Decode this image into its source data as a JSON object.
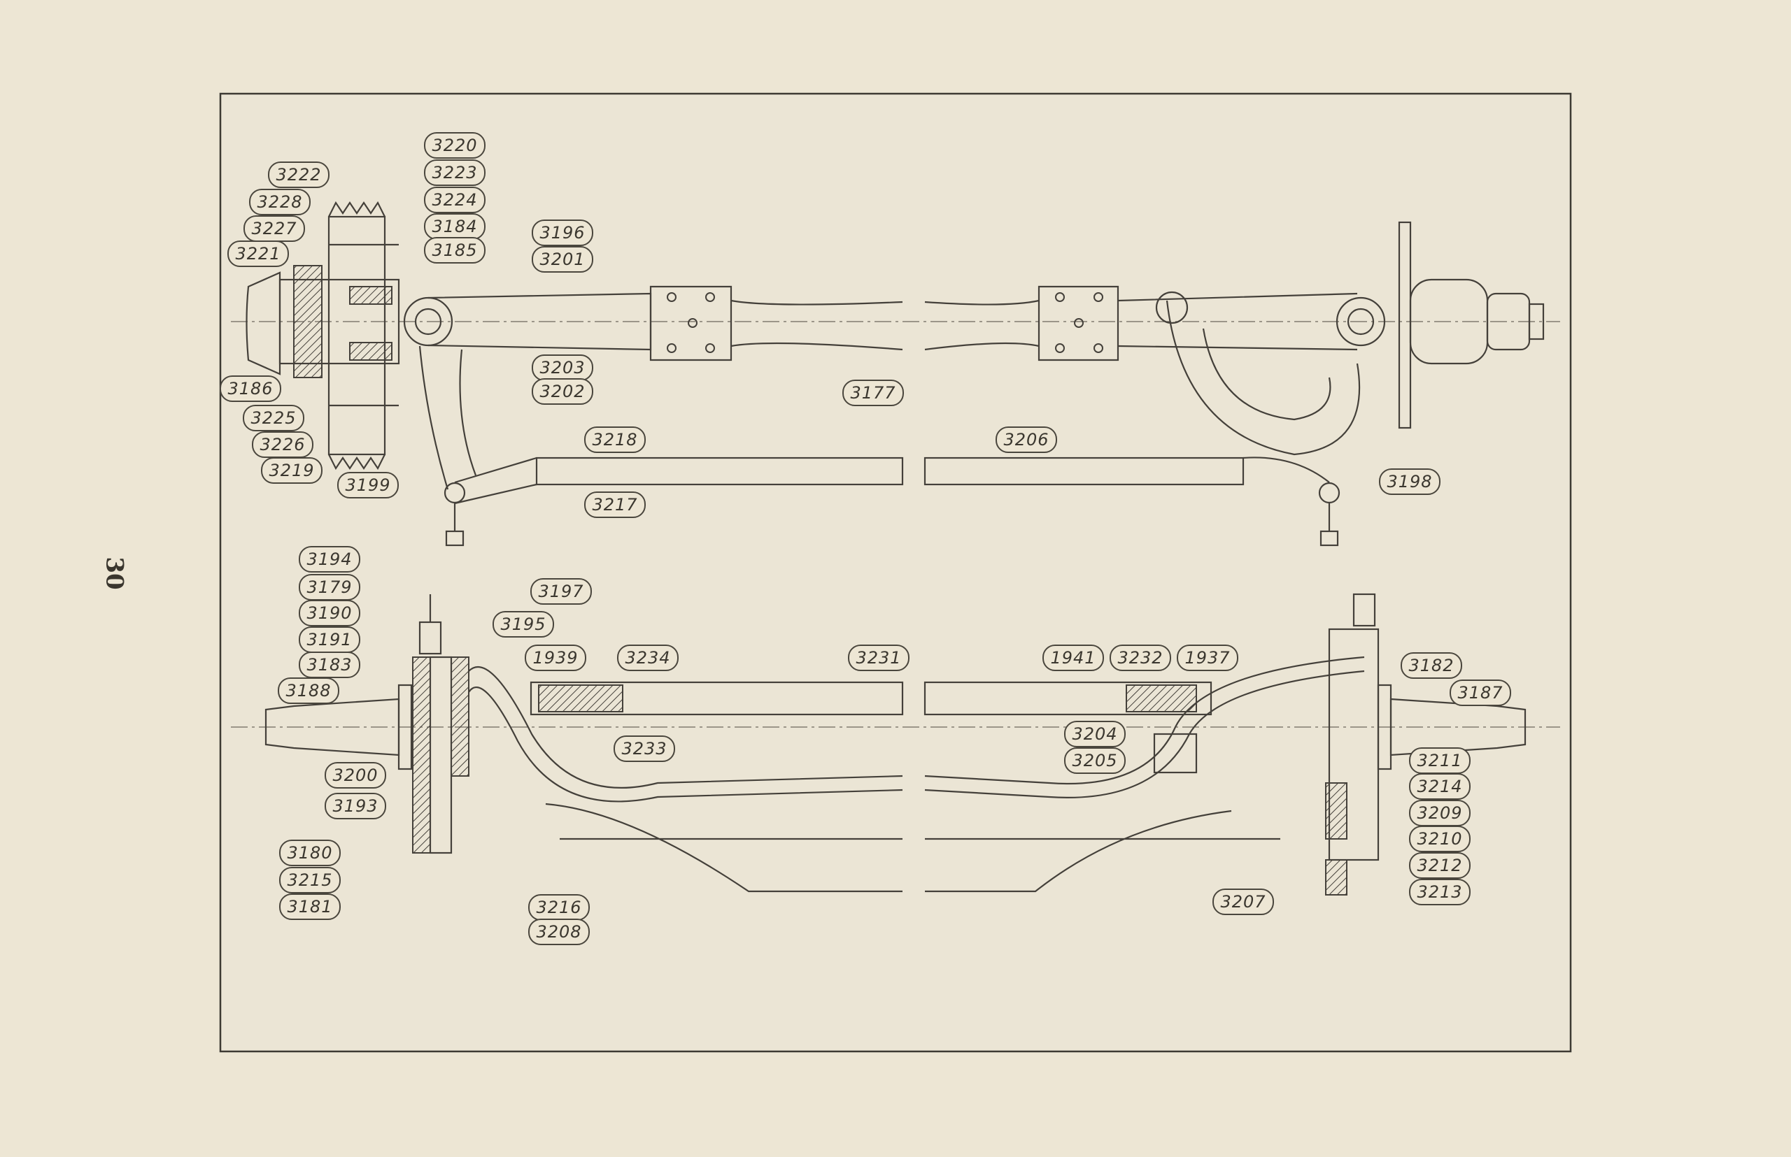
{
  "page_number": "30",
  "top_view_labels": [
    "3220",
    "3223",
    "3224",
    "3184",
    "3185",
    "3222",
    "3228",
    "3227",
    "3221",
    "3186",
    "3225",
    "3226",
    "3219",
    "3196",
    "3201",
    "3203",
    "3202",
    "3177",
    "3218",
    "3217",
    "3206",
    "3199",
    "3198"
  ],
  "bottom_view_labels": [
    "3197",
    "3194",
    "3179",
    "3190",
    "3191",
    "3183",
    "3188",
    "3195",
    "1939",
    "3234",
    "3233",
    "3231",
    "1941",
    "3232",
    "1937",
    "3204",
    "3205",
    "3182",
    "3187",
    "3200",
    "3193",
    "3180",
    "3215",
    "3181",
    "3216",
    "3208",
    "3211",
    "3214",
    "3209",
    "3210",
    "3212",
    "3213",
    "3207"
  ],
  "colors": {
    "paper": "#ede6d4",
    "ink": "#44403a"
  }
}
